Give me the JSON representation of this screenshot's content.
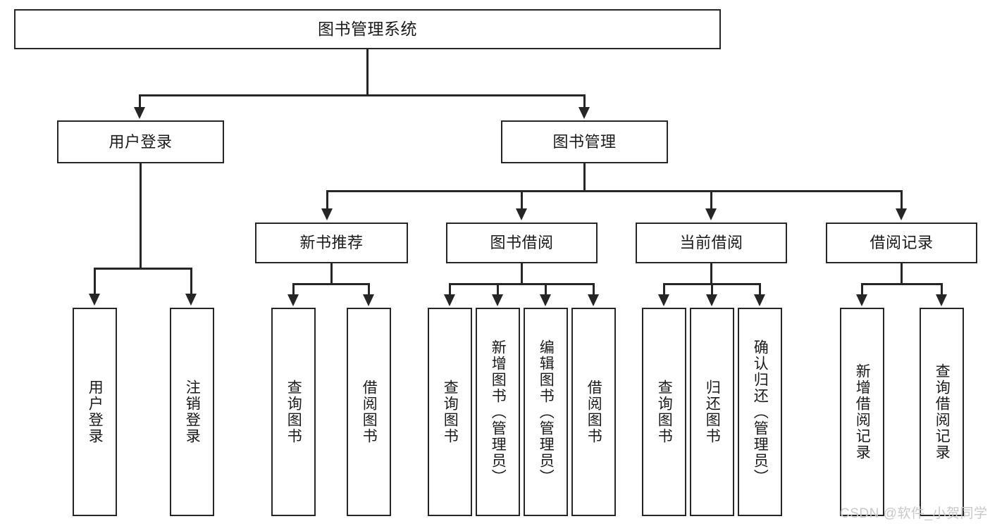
{
  "diagram": {
    "type": "tree-hierarchy-functional-structure",
    "title": "图书管理系统",
    "root": {
      "id": "root",
      "label": "图书管理系统"
    },
    "level2": [
      {
        "id": "user-login",
        "label": "用户登录"
      },
      {
        "id": "book-manage",
        "label": "图书管理"
      }
    ],
    "level3": [
      {
        "id": "new-book-recommend",
        "label": "新书推荐",
        "parent": "book-manage"
      },
      {
        "id": "book-borrow",
        "label": "图书借阅",
        "parent": "book-manage"
      },
      {
        "id": "current-borrow",
        "label": "当前借阅",
        "parent": "book-manage"
      },
      {
        "id": "borrow-record",
        "label": "借阅记录",
        "parent": "book-manage"
      }
    ],
    "leaves": {
      "user-login": [
        {
          "id": "leaf-user-login",
          "label": "用户登录"
        },
        {
          "id": "leaf-user-logout",
          "label": "注销登录"
        }
      ],
      "new-book-recommend": [
        {
          "id": "leaf-query-book-1",
          "label": "查询图书"
        },
        {
          "id": "leaf-borrow-book-1",
          "label": "借阅图书"
        }
      ],
      "book-borrow": [
        {
          "id": "leaf-query-book-2",
          "label": "查询图书"
        },
        {
          "id": "leaf-add-book",
          "label": "新增图书（管理员）"
        },
        {
          "id": "leaf-edit-book",
          "label": "编辑图书（管理员）"
        },
        {
          "id": "leaf-borrow-book-2",
          "label": "借阅图书"
        }
      ],
      "current-borrow": [
        {
          "id": "leaf-query-book-3",
          "label": "查询图书"
        },
        {
          "id": "leaf-return-book",
          "label": "归还图书"
        },
        {
          "id": "leaf-confirm-return",
          "label": "确认归还（管理员）"
        }
      ],
      "borrow-record": [
        {
          "id": "leaf-add-record",
          "label": "新增借阅记录"
        },
        {
          "id": "leaf-query-record",
          "label": "查询借阅记录"
        }
      ]
    },
    "colors": {
      "stroke": "#262626",
      "fill": "#ffffff",
      "text": "#1a1a1a",
      "watermark": "#c9c9c9"
    }
  },
  "watermark": {
    "text": "CSDN @软件_小贺同学"
  }
}
